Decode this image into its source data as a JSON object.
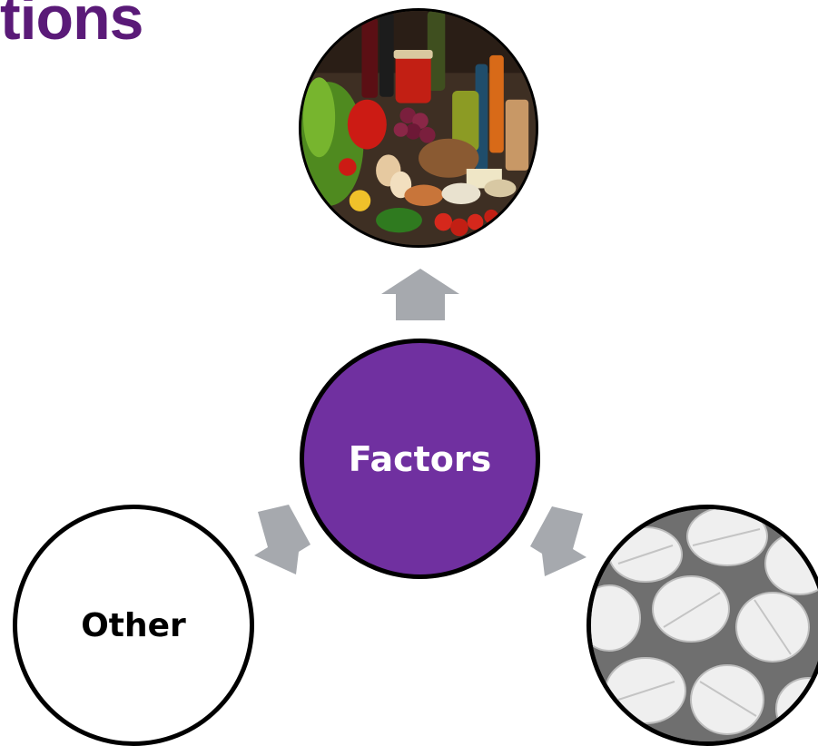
{
  "slide": {
    "title_fragment": "tions",
    "title_color": "#5a1a78"
  },
  "diagram": {
    "center_label": "Factors",
    "center_color": "#7030a0",
    "left_label": "Other",
    "arrow_color": "#a6a9ae",
    "top_image": "groceries-food-photo",
    "right_image": "white-pills-photo"
  }
}
